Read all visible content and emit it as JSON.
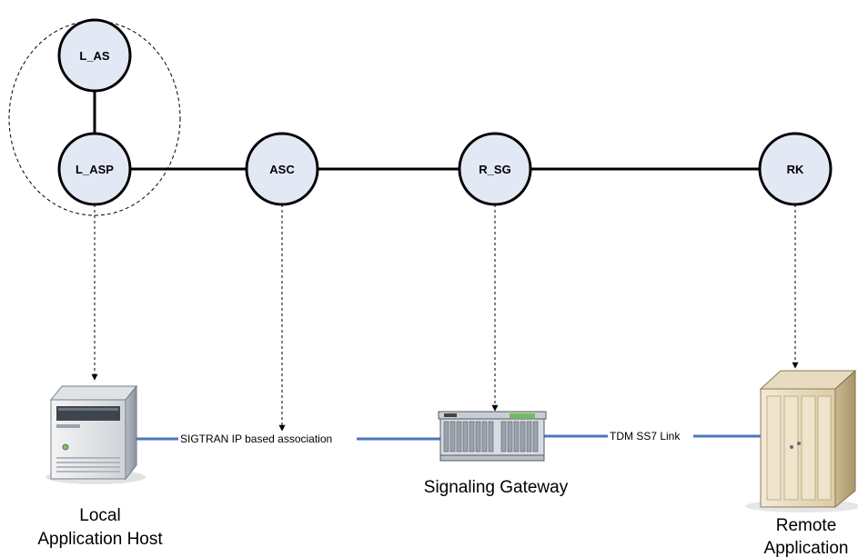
{
  "nodes": {
    "l_as": "L_AS",
    "l_asp": "L_ASP",
    "asc": "ASC",
    "r_sg": "R_SG",
    "rk": "RK"
  },
  "links": {
    "sigtran": "SIGTRAN IP based association",
    "tdm": "TDM SS7 Link"
  },
  "devices": {
    "local_line1": "Local",
    "local_line2": "Application Host",
    "gateway": "Signaling Gateway",
    "remote_line1": "Remote",
    "remote_line2": "Application"
  },
  "colors": {
    "node_fill": "#e3e8f5",
    "link_blue": "#4a76c0",
    "edge": "#000000"
  }
}
